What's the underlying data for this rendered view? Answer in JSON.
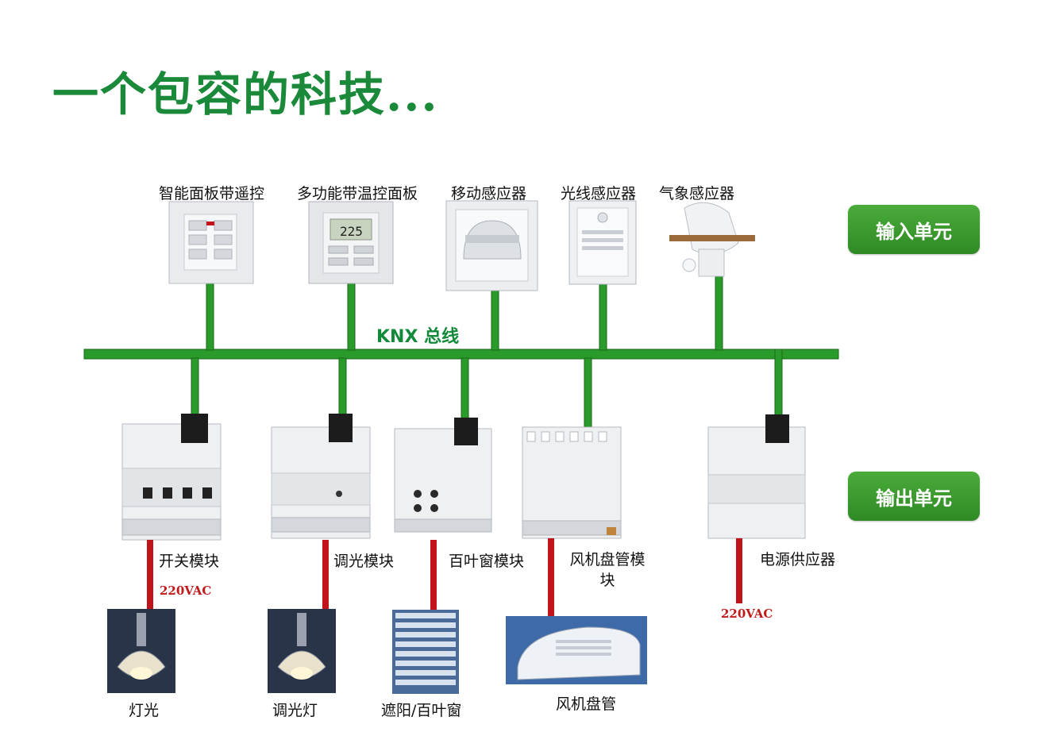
{
  "title": "一个包容的科技...",
  "bus_label": "KNX 总线",
  "input_badge": "输入单元",
  "output_badge": "输出单元",
  "inputs": [
    {
      "label": "智能面板带遥控"
    },
    {
      "label": "多功能带温控面板",
      "display": "225"
    },
    {
      "label": "移动感应器"
    },
    {
      "label": "光线感应器"
    },
    {
      "label": "气象感应器"
    }
  ],
  "outputs": [
    {
      "label": "开关模块"
    },
    {
      "label": "调光模块"
    },
    {
      "label": "百叶窗模块"
    },
    {
      "label": "风机盘管模\n块"
    },
    {
      "label": "电源供应器"
    }
  ],
  "voltage_labels": [
    "220VAC",
    "220VAC"
  ],
  "loads": [
    {
      "label": "灯光"
    },
    {
      "label": "调光灯"
    },
    {
      "label": "遮阳/百叶窗"
    },
    {
      "label": "风机盘管"
    }
  ],
  "colors": {
    "bus": "#1e8a2a",
    "power_line": "#c0141a",
    "title": "#1a8a3a"
  }
}
